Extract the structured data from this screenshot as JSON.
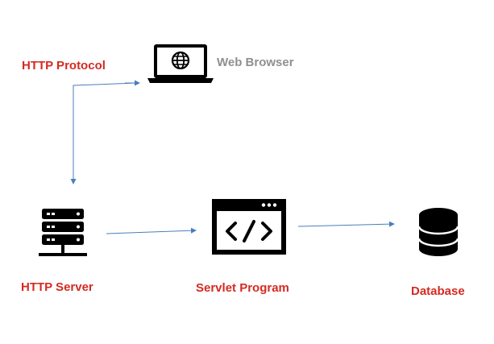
{
  "nodes": {
    "http_protocol": {
      "label": "HTTP Protocol"
    },
    "web_browser": {
      "label": "Web Browser",
      "icon": "laptop-globe-icon"
    },
    "http_server": {
      "label": "HTTP Server",
      "icon": "server-rack-icon"
    },
    "servlet_program": {
      "label": "Servlet Program",
      "icon": "code-window-icon"
    },
    "database": {
      "label": "Database",
      "icon": "database-icon"
    }
  },
  "colors": {
    "label_red": "#d42a22",
    "label_gray": "#8f8f8f",
    "arrow": "#4a7ebb",
    "icon": "#000000"
  }
}
